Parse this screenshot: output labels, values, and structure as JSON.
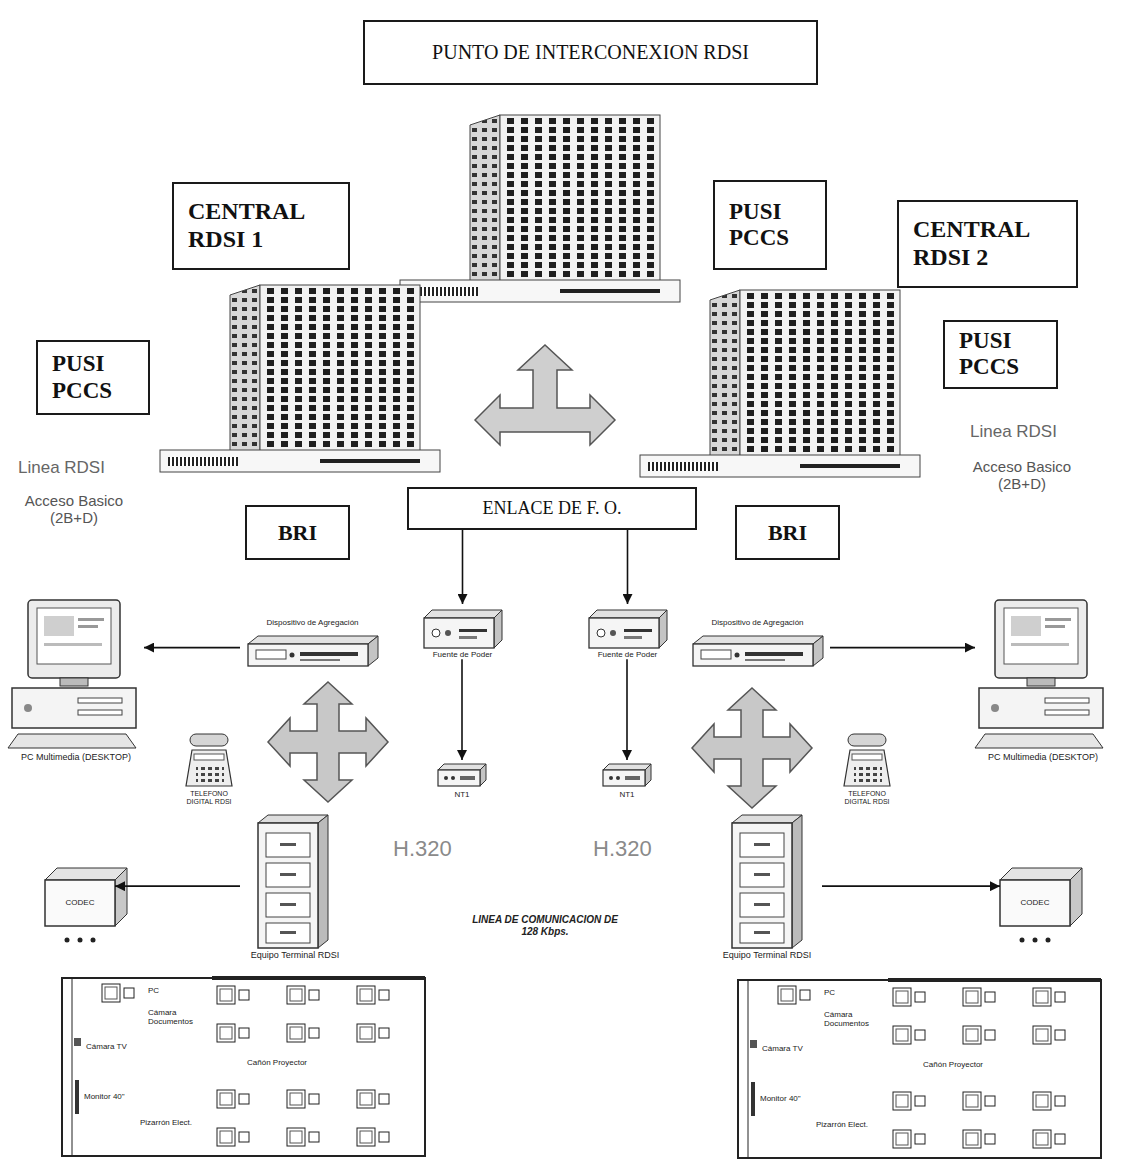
{
  "diagram": {
    "nodes": [
      {
        "text": [
          "PUNTO DE INTERCONEXION RDSI"
        ]
      },
      {
        "text": [
          "CENTRAL RDSI 1"
        ]
      },
      {
        "text": [
          "PUSI PCCS"
        ]
      },
      {
        "text": [
          "CENTRAL RDSI 2"
        ]
      },
      {
        "text": [
          "PUSI PCCS"
        ]
      },
      {
        "text": [
          "PUSI PCCS"
        ]
      },
      {
        "text": [
          "BRI"
        ]
      },
      {
        "text": [
          "ENLACE DE F. O."
        ]
      },
      {
        "text": [
          "BRI"
        ]
      },
      {
        "text": [
          "Dispositivo de Agregación"
        ]
      },
      {
        "text": [
          "Fuente de Poder"
        ]
      },
      {
        "text": [
          "Fuente de Poder"
        ]
      },
      {
        "text": [
          "Dispositivo de Agregación"
        ]
      },
      {
        "text": [
          "PC Multimedia (DESKTOP)"
        ]
      },
      {
        "text": [
          "PC Multimedia (DESKTOP)"
        ]
      },
      {
        "text": [
          "TELEFONO DIGITAL RDSI"
        ]
      },
      {
        "text": [
          "NT1"
        ]
      },
      {
        "text": [
          "NT1"
        ]
      },
      {
        "text": [
          "TELEFONO DIGITAL RDSI"
        ]
      },
      {
        "text": [
          "Equipo Terminal RDSI"
        ]
      },
      {
        "text": [
          "Equipo Terminal RDSI"
        ]
      },
      {
        "text": [
          "CODEC"
        ]
      },
      {
        "text": [
          "CODEC"
        ]
      }
    ],
    "edges": [
      {
        "from": 7,
        "to": 10,
        "arrow": "to"
      },
      {
        "from": 7,
        "to": 11,
        "arrow": "to"
      },
      {
        "from": 10,
        "to": 16,
        "arrow": "to"
      },
      {
        "from": 11,
        "to": 17,
        "arrow": "to"
      },
      {
        "from": 9,
        "to": 13,
        "arrow": "to"
      },
      {
        "from": 12,
        "to": 14,
        "arrow": "to"
      },
      {
        "from": 19,
        "to": 21,
        "arrow": "to"
      },
      {
        "from": 20,
        "to": 22,
        "arrow": "to"
      }
    ],
    "labels": [
      "Linea RDSI",
      "Acceso Basico (2B+D)",
      "Linea RDSI",
      "Acceso Basico (2B+D)",
      "H.320",
      "H.320",
      "LINEA DE COMUNICACION DE 128 Kbps.",
      "PC",
      "Cámara Documentos",
      "Cámara TV",
      "Cañón Proyector",
      "Monitor 40\"",
      "Pizarrón Elect.",
      "PC",
      "Cámara Documentos",
      "Cámara TV",
      "Cañón Proyector",
      "Monitor 40\"",
      "Pizarrón Elect."
    ]
  }
}
